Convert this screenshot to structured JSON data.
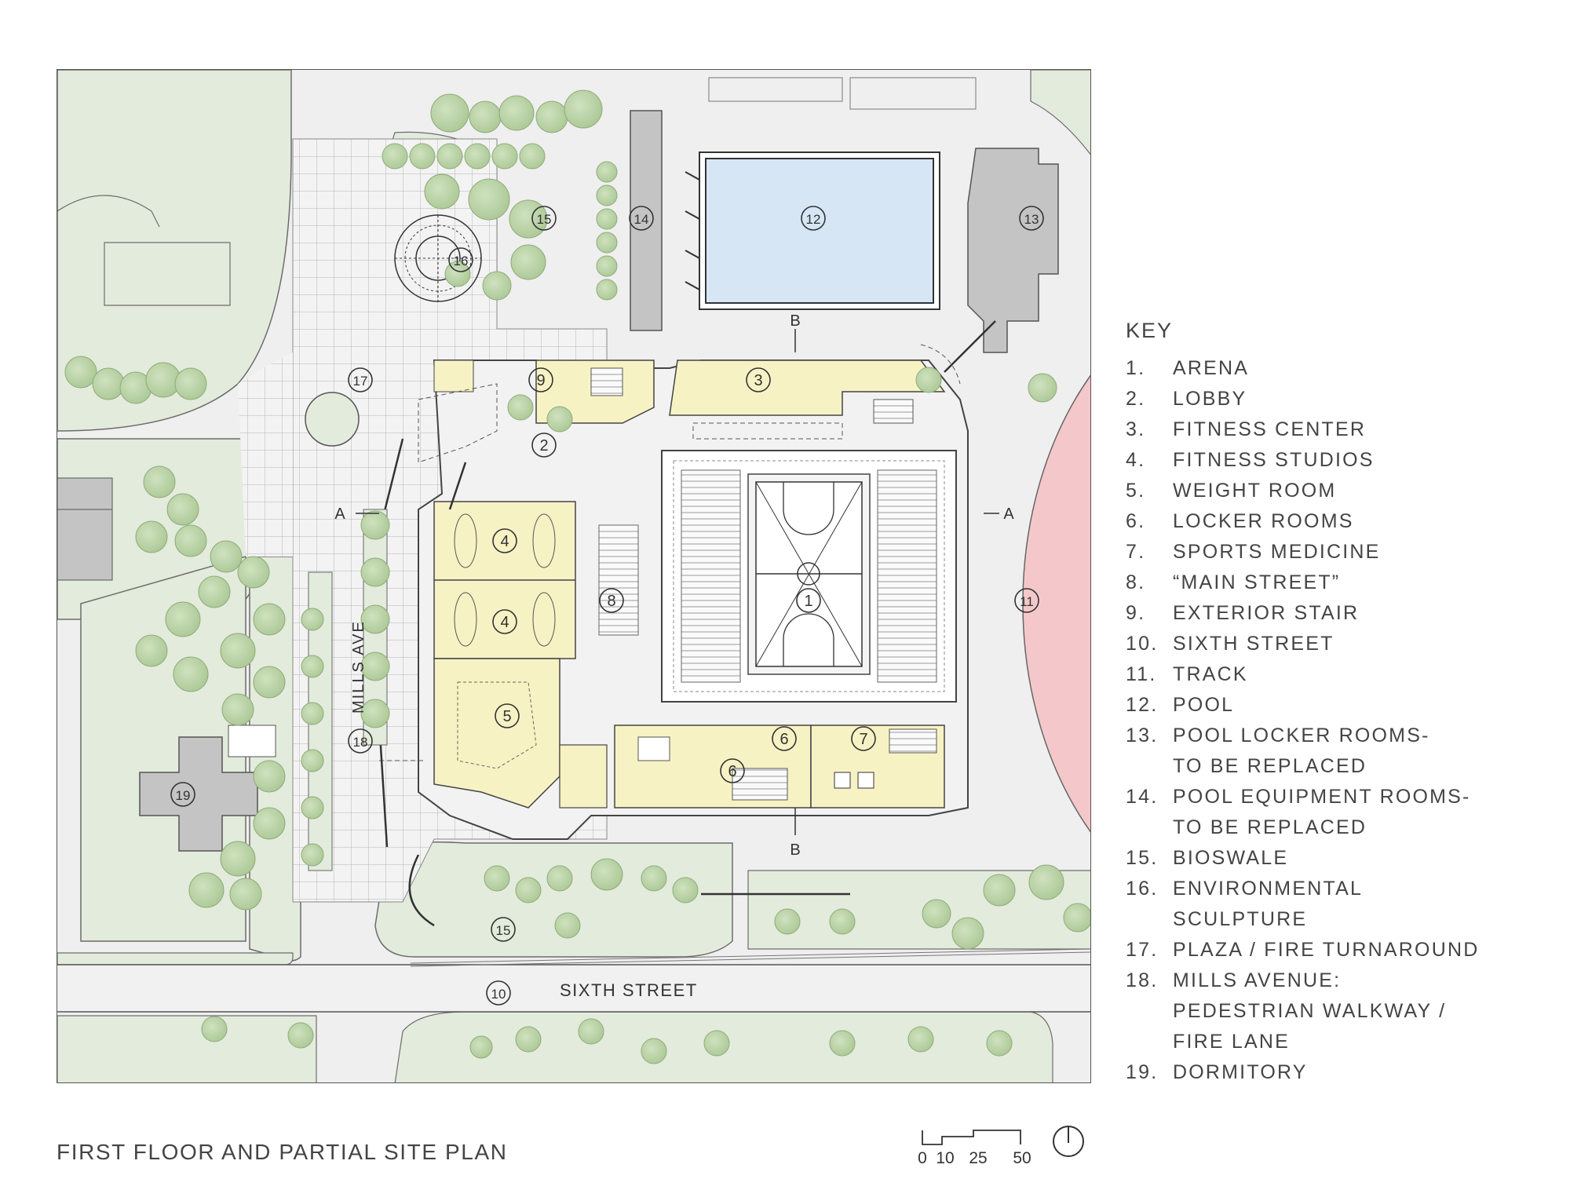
{
  "plan": {
    "markers": [
      {
        "n": "1"
      },
      {
        "n": "2"
      },
      {
        "n": "3"
      },
      {
        "n": "4"
      },
      {
        "n": "4"
      },
      {
        "n": "5"
      },
      {
        "n": "6"
      },
      {
        "n": "6"
      },
      {
        "n": "7"
      },
      {
        "n": "8"
      },
      {
        "n": "9"
      },
      {
        "n": "10"
      },
      {
        "n": "11"
      },
      {
        "n": "12"
      },
      {
        "n": "13"
      },
      {
        "n": "14"
      },
      {
        "n": "15"
      },
      {
        "n": "15"
      },
      {
        "n": "16"
      },
      {
        "n": "17"
      },
      {
        "n": "18"
      },
      {
        "n": "19"
      }
    ],
    "section_a_left": "A",
    "section_a_right": "A",
    "section_b_top": "B",
    "section_b_bottom": "B",
    "street_sixth": "SIXTH STREET",
    "street_mills": "MILLS AVE"
  },
  "key": {
    "title": "KEY",
    "items": [
      {
        "num": "1.",
        "label": "ARENA"
      },
      {
        "num": "2.",
        "label": "LOBBY"
      },
      {
        "num": "3.",
        "label": "FITNESS CENTER"
      },
      {
        "num": "4.",
        "label": "FITNESS STUDIOS"
      },
      {
        "num": "5.",
        "label": "WEIGHT ROOM"
      },
      {
        "num": "6.",
        "label": "LOCKER ROOMS"
      },
      {
        "num": "7.",
        "label": "SPORTS MEDICINE"
      },
      {
        "num": "8.",
        "label": "“MAIN STREET”"
      },
      {
        "num": "9.",
        "label": "EXTERIOR STAIR"
      },
      {
        "num": "10.",
        "label": "SIXTH STREET"
      },
      {
        "num": "11.",
        "label": "TRACK"
      },
      {
        "num": "12.",
        "label": "POOL"
      },
      {
        "num": "13.",
        "label": "POOL LOCKER ROOMS-\nTO BE REPLACED"
      },
      {
        "num": "14.",
        "label": "POOL EQUIPMENT ROOMS-\nTO BE REPLACED"
      },
      {
        "num": "15.",
        "label": "BIOSWALE"
      },
      {
        "num": "16.",
        "label": "ENVIRONMENTAL\nSCULPTURE"
      },
      {
        "num": "17.",
        "label": "PLAZA / FIRE TURNAROUND"
      },
      {
        "num": "18.",
        "label": "MILLS AVENUE:\nPEDESTRIAN WALKWAY /\nFIRE LANE"
      },
      {
        "num": "19.",
        "label": "DORMITORY"
      }
    ]
  },
  "caption": "FIRST FLOOR AND PARTIAL SITE PLAN",
  "scale": {
    "ticks": [
      "0",
      "10",
      "25",
      "50"
    ]
  },
  "colors": {
    "lawn": "#e3ebdc",
    "tree": "#b9d3a4",
    "building_yellow": "#f7f2c4",
    "pool": "#d6e6f5",
    "track": "#f4c8ca",
    "existing_bldg": "#c4c4c4",
    "paving": "#efefef"
  }
}
